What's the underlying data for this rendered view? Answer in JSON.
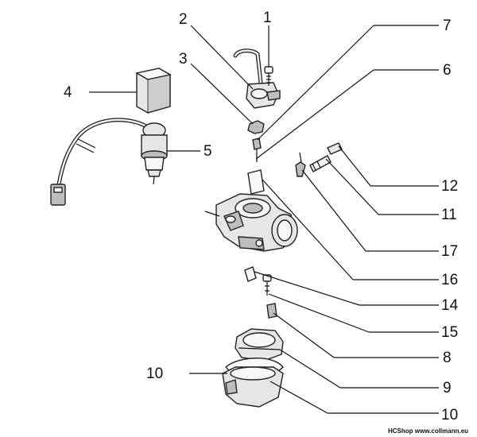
{
  "labels": {
    "l1": "1",
    "l2": "2",
    "l3": "3",
    "l4": "4",
    "l5": "5",
    "l6": "6",
    "l7": "7",
    "l8": "8",
    "l9": "9",
    "l10a": "10",
    "l10b": "10",
    "l11": "11",
    "l12": "12",
    "l14": "14",
    "l15": "15",
    "l16": "16",
    "l17": "17"
  },
  "footer": {
    "credit": "HCShop www.collmann.eu"
  }
}
